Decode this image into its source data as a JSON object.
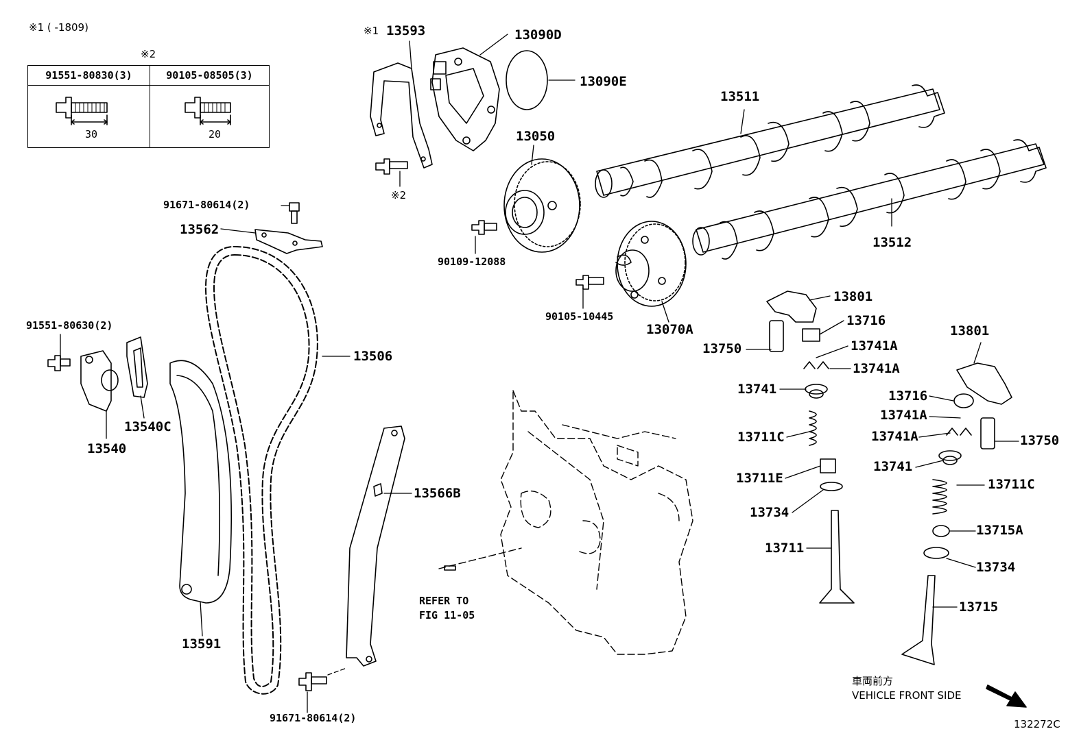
{
  "header": {
    "note1": "※1 (     -1809)",
    "note2": "※2"
  },
  "bolt_table": {
    "col1": {
      "part": "91551-80830(3)",
      "length": "30"
    },
    "col2": {
      "part": "90105-08505(3)",
      "length": "20"
    }
  },
  "labels": {
    "p13593_mark": "※1",
    "p13593": "13593",
    "p13090D": "13090D",
    "p13090E": "13090E",
    "p13511": "13511",
    "p13050": "13050",
    "p13512": "13512",
    "bolt_mark2": "※2",
    "p91671_top": "91671-80614(2)",
    "p13562": "13562",
    "p90109": "90109-12088",
    "p90105_10445": "90105-10445",
    "p13070A": "13070A",
    "p13801_a": "13801",
    "p13716_a": "13716",
    "p13750_a": "13750",
    "p13741A_a1": "13741A",
    "p13741A_a2": "13741A",
    "p13741_a": "13741",
    "p13711C_a": "13711C",
    "p13711E": "13711E",
    "p13734_a": "13734",
    "p13711": "13711",
    "p13801_b": "13801",
    "p13716_b": "13716",
    "p13741A_b1": "13741A",
    "p13741A_b2": "13741A",
    "p13750_b": "13750",
    "p13741_b": "13741",
    "p13711C_b": "13711C",
    "p13715A": "13715A",
    "p13734_b": "13734",
    "p13715": "13715",
    "p91551_80630": "91551-80630(2)",
    "p13506": "13506",
    "p13540C": "13540C",
    "p13540": "13540",
    "p13566B": "13566B",
    "p13591": "13591",
    "p91671_bottom": "91671-80614(2)",
    "refer_line1": "REFER TO",
    "refer_line2": "FIG 11-05",
    "front_jp": "車両前方",
    "front_en": "VEHICLE FRONT SIDE",
    "figure_id": "132272C"
  }
}
